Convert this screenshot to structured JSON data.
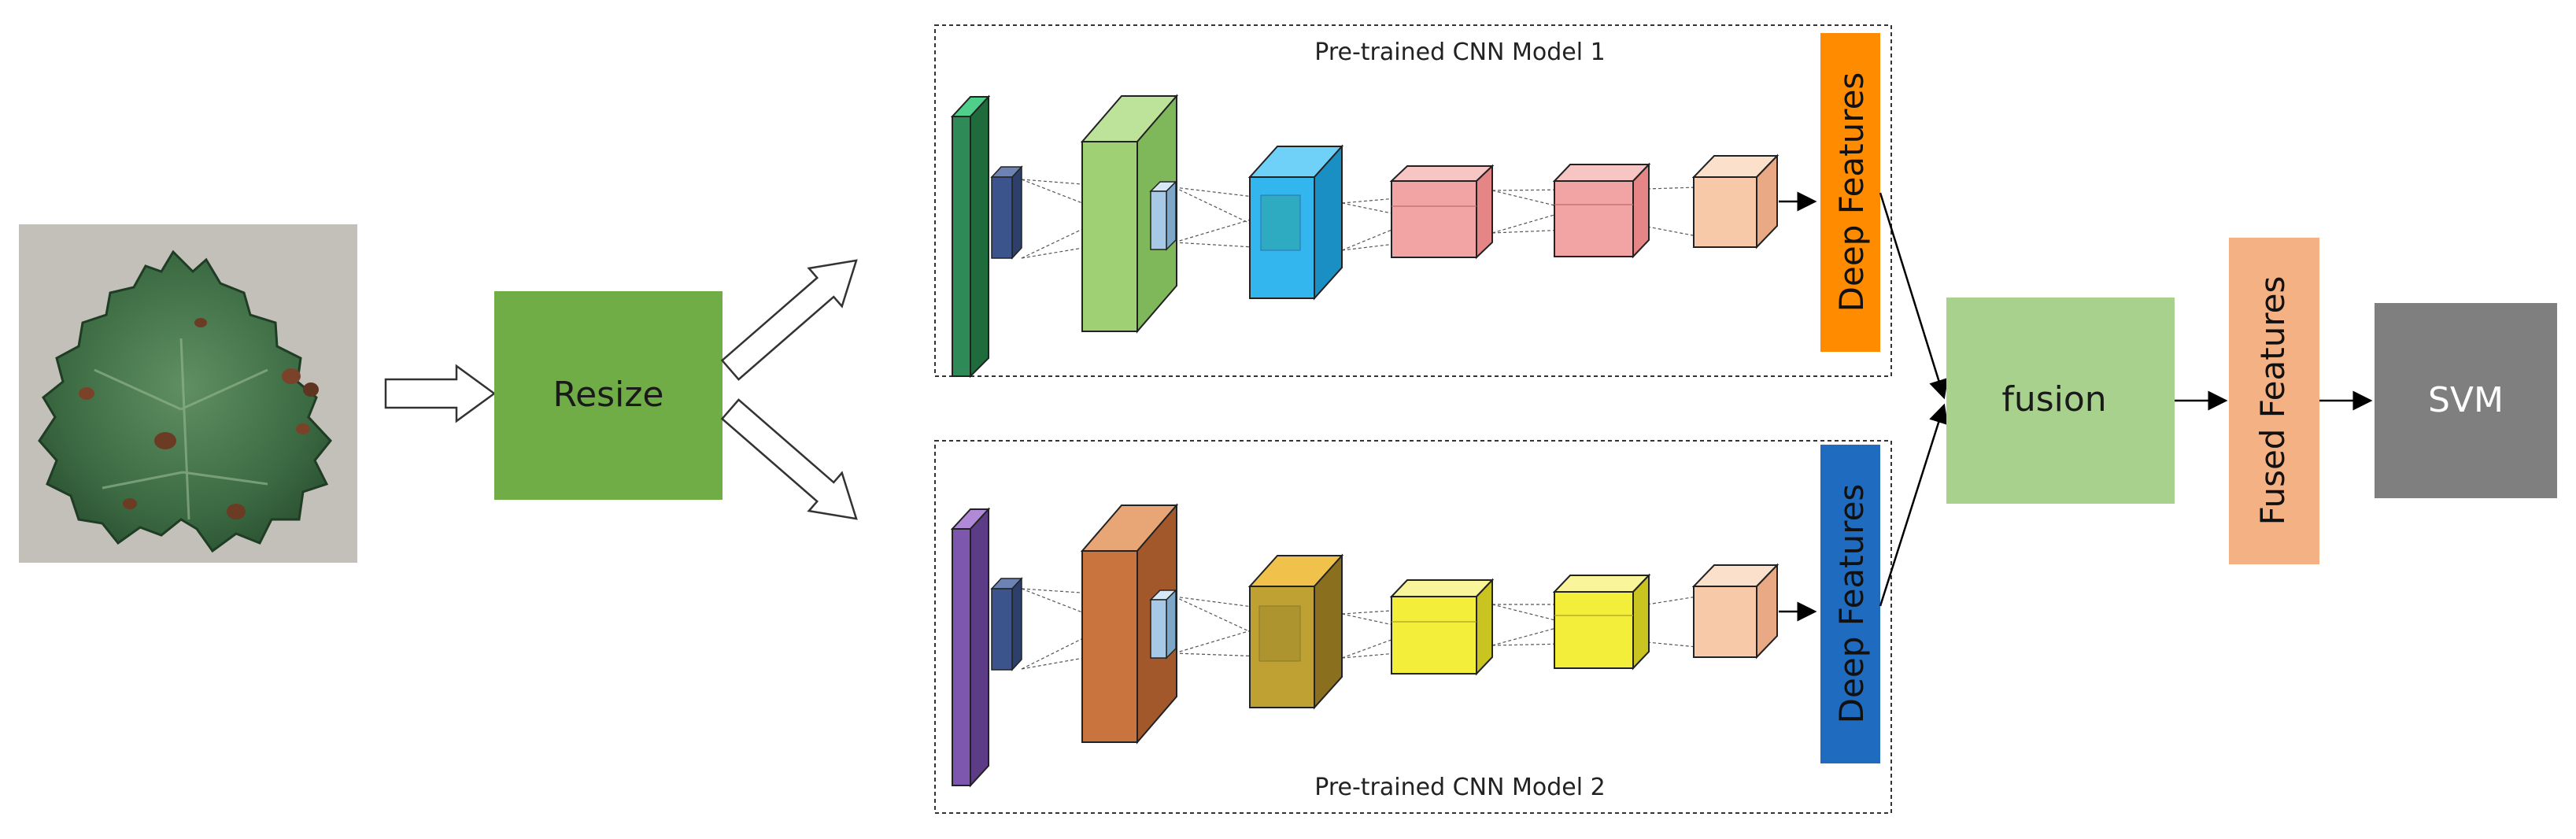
{
  "diagram": {
    "input_image": {
      "subject": "grape leaf with disease spots"
    },
    "resize": {
      "label": "Resize"
    },
    "model_1": {
      "title": "Pre-trained CNN Model 1",
      "features_label": "Deep Features"
    },
    "model_2": {
      "title": "Pre-trained CNN Model 2",
      "features_label": "Deep Features"
    },
    "fusion": {
      "label": "fusion"
    },
    "fused": {
      "label": "Fused Features"
    },
    "svm": {
      "label": "SVM"
    },
    "colors": {
      "resize": "#70ad47",
      "fusion": "#a9d18e",
      "fused": "#f4b183",
      "svm": "#7f7f7f",
      "deep_features_1": "#ff8c00",
      "deep_features_2": "#1f6bbf"
    }
  }
}
